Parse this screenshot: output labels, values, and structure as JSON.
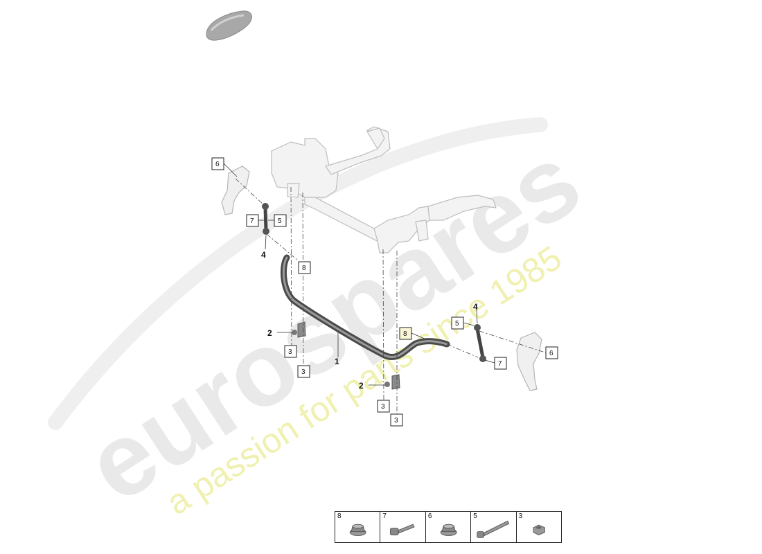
{
  "callouts": {
    "c6a": "6",
    "c7a": "7",
    "c5a": "5",
    "c8a": "8",
    "c3a": "3",
    "c3b": "3",
    "c8b": "8",
    "c3c": "3",
    "c3d": "3",
    "c5b": "5",
    "c6b": "6",
    "c7b": "7"
  },
  "part_numbers": {
    "p4a": "4",
    "p2a": "2",
    "p1": "1",
    "p2b": "2",
    "p4b": "4"
  },
  "hardware_legend": [
    {
      "number": "8",
      "icon": "flange-nut-icon"
    },
    {
      "number": "7",
      "icon": "bolt-icon"
    },
    {
      "number": "6",
      "icon": "flange-nut-icon"
    },
    {
      "number": "5",
      "icon": "long-bolt-icon"
    },
    {
      "number": "3",
      "icon": "hex-nut-icon"
    }
  ],
  "watermark": {
    "brand": "eurospares",
    "tagline": "a passion for parts since 1985"
  },
  "colors": {
    "watermark_gray": "#e9e9e9",
    "watermark_yellow": "#f0f0b0",
    "part_dark": "#4a4a4a",
    "frame_light": "#f3f3f3"
  }
}
